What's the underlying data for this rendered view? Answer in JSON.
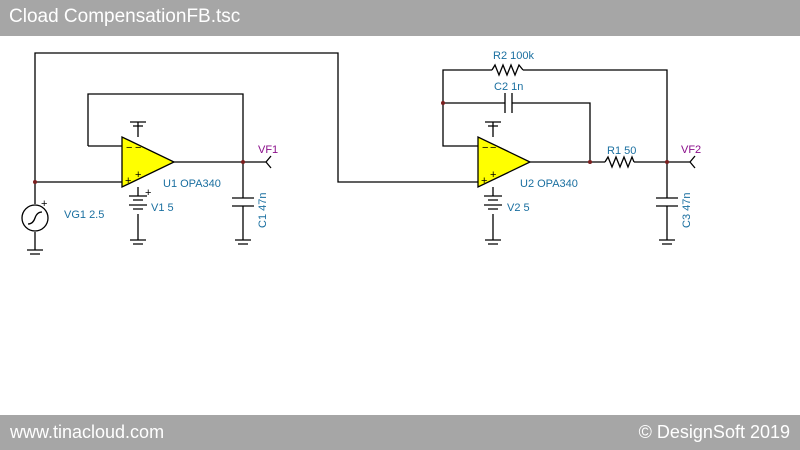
{
  "window": {
    "title": "Cload CompensationFB.tsc"
  },
  "footer": {
    "url": "www.tinacloud.com",
    "copyright": "© DesignSoft 2019"
  },
  "colors": {
    "bar": "#a6a6a6",
    "opamp_fill": "#ffff00",
    "label": "#1a6fa0",
    "node_label": "#8b0e8b"
  },
  "components": {
    "u1": "U1 OPA340",
    "u2": "U2 OPA340",
    "v1": "V1 5",
    "v2": "V2 5",
    "vg1": "VG1 2.5",
    "c1": "C1 47n",
    "c2": "C2 1n",
    "c3": "C3 47n",
    "r1": "R1 50",
    "r2": "R2 100k",
    "vf1": "VF1",
    "vf2": "VF2"
  },
  "pins": {
    "minus": "−",
    "plus": "+"
  }
}
